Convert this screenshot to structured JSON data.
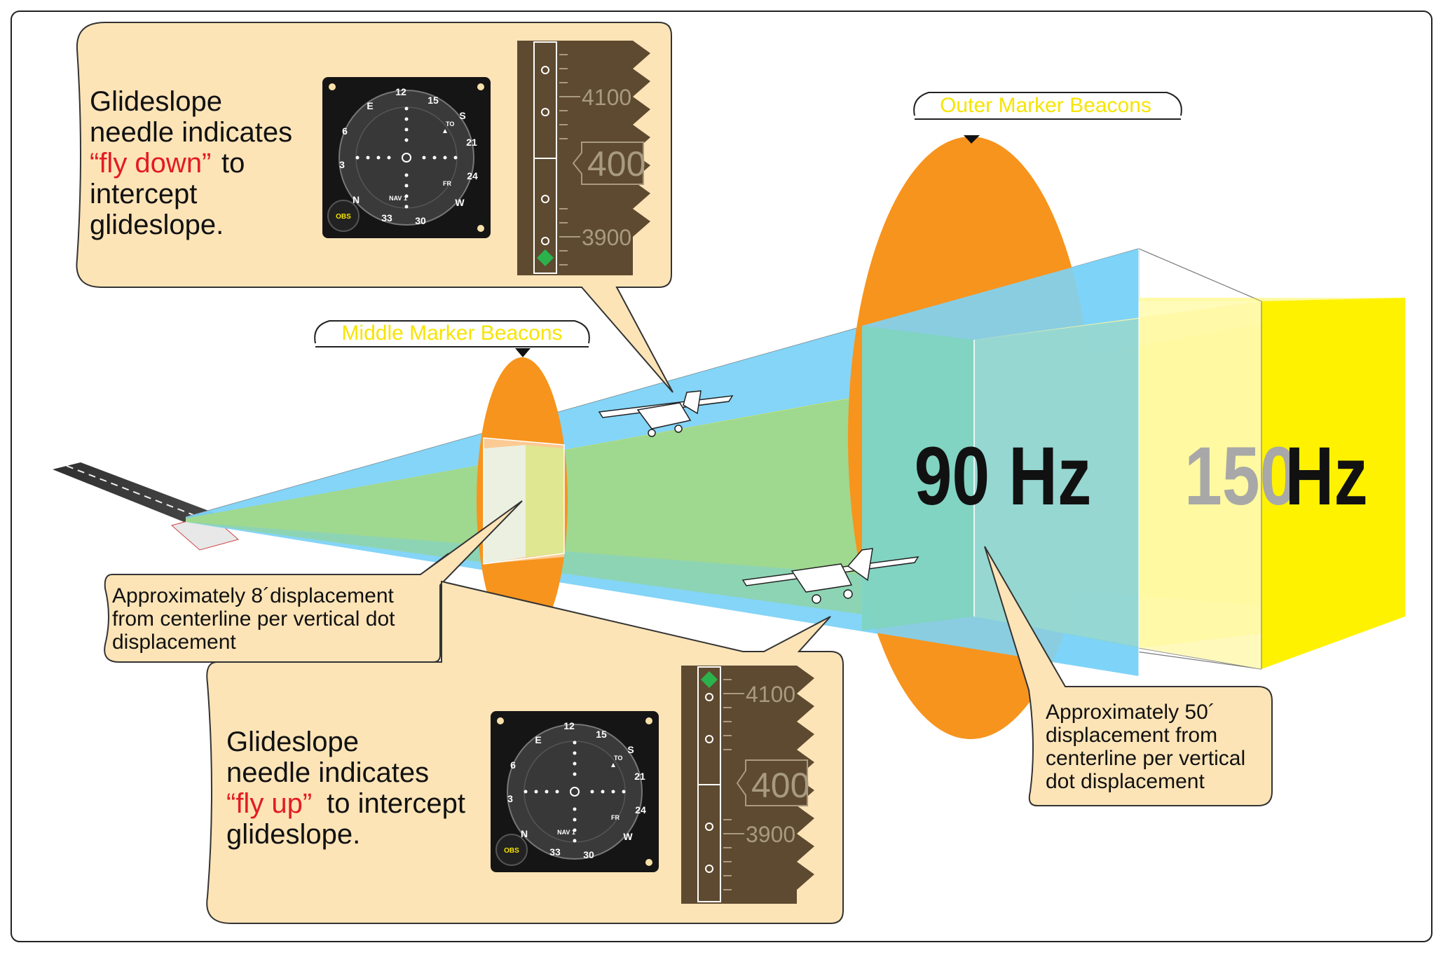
{
  "labels": {
    "outer_marker": "Outer Marker Beacons",
    "middle_marker": "Middle Marker Beacons",
    "hz_90": "90 Hz",
    "hz_150_num": "150",
    "hz_150_unit": "Hz"
  },
  "callout_top": {
    "line1": "Glideslope",
    "line2": "needle indicates",
    "red": "“fly down”",
    "after_red": "to",
    "line4": "intercept",
    "line5": "glideslope."
  },
  "callout_bottom": {
    "line1": "Glideslope",
    "line2": "needle indicates",
    "red": "“fly up”",
    "after_red": " to intercept",
    "line4": "glideslope."
  },
  "note_left": {
    "line1": "Approximately 8´displacement",
    "line2": "from centerline per vertical dot",
    "line3": "displacement"
  },
  "note_right": {
    "line1": "Approximately 50´",
    "line2": "displacement from",
    "line3": "centerline per vertical",
    "line4": "dot displacement"
  },
  "instrument": {
    "dial_labels": [
      "12",
      "15",
      "S",
      "21",
      "24",
      "W",
      "30",
      "33",
      "N",
      "3",
      "6",
      "E"
    ],
    "to_label": "TO",
    "fr_label": "FR",
    "nav_label": "NAV 1",
    "obs_label": "OBS"
  },
  "altimeter": {
    "tick_high": "4100",
    "tick_mid": "400",
    "tick_low": "3900"
  },
  "colors": {
    "beam_90hz": "#7dd3f7",
    "beam_150hz": "#fff200",
    "marker_beacon": "#f7941d",
    "callout_fill": "#fde4b7",
    "label_yellow": "#f7e400",
    "red_text": "#e31b23",
    "tape_brown": "#5e4a30"
  }
}
